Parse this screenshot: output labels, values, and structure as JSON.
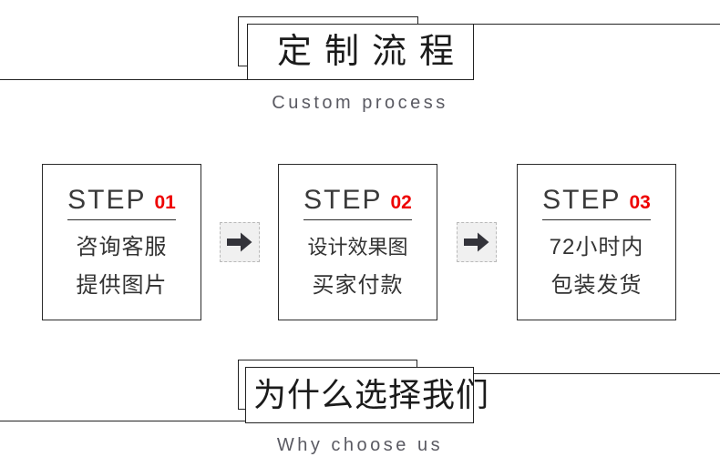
{
  "theme": {
    "accent_red": "#ee0000",
    "ink": "#222222",
    "text_dark": "#333333",
    "subtitle_gray": "#5a5a62",
    "chip_bg": "#f0f0f0",
    "chip_border": "#b9b9b9"
  },
  "header": {
    "title_cn": "定制流程",
    "subtitle_en": "Custom process"
  },
  "steps": [
    {
      "label": "STEP",
      "number": "01",
      "lines": [
        "咨询客服",
        "提供图片"
      ]
    },
    {
      "label": "STEP",
      "number": "02",
      "lines": [
        "设计效果图",
        "买家付款"
      ]
    },
    {
      "label": "STEP",
      "number": "03",
      "lines": [
        "72小时内",
        "包装发货"
      ]
    }
  ],
  "connectors": [
    {
      "icon": "arrow-right-icon"
    },
    {
      "icon": "arrow-right-icon"
    }
  ],
  "footer": {
    "title_cn": "为什么选择我们",
    "subtitle_en": "Why choose us"
  }
}
